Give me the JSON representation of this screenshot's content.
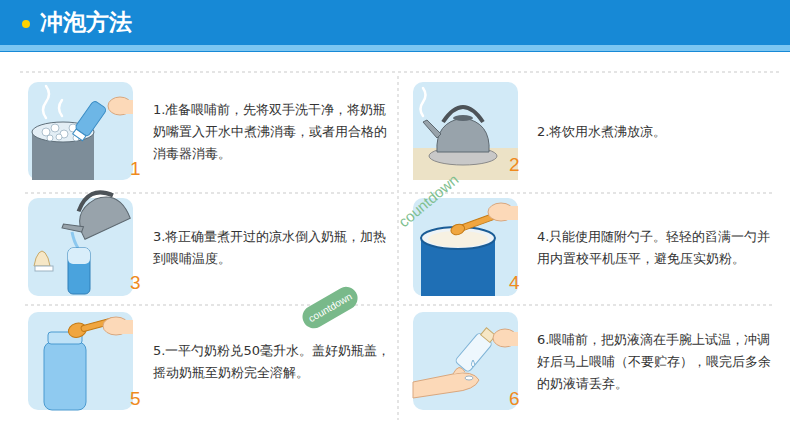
{
  "diagram": {
    "title": "冲泡方法",
    "nodes": [
      {
        "text": [
          "1",
          "1.准备喂哺前，先将双手洗干净，将奶瓶奶嘴置入开水中煮沸消毒，或者用合格的消毒器消毒。"
        ]
      },
      {
        "text": [
          "2",
          "2.将饮用水煮沸放凉。"
        ]
      },
      {
        "text": [
          "3",
          "3.将正确量煮开过的凉水倒入奶瓶，加热到喂哺温度。"
        ]
      },
      {
        "text": [
          "4",
          "4.只能使用随附勺子。轻轻的舀满一勺并用内置校平机压平，避免压实奶粉。"
        ]
      },
      {
        "text": [
          "5",
          "5.一平勺奶粉兑50毫升水。盖好奶瓶盖，摇动奶瓶至奶粉完全溶解。"
        ]
      },
      {
        "text": [
          "6",
          "6.喂哺前，把奶液滴在手腕上试温，冲调好后马上喂哺（不要贮存），喂完后多余的奶液请丢弃。"
        ]
      }
    ],
    "labels": [
      "countdown",
      "countdown"
    ]
  }
}
